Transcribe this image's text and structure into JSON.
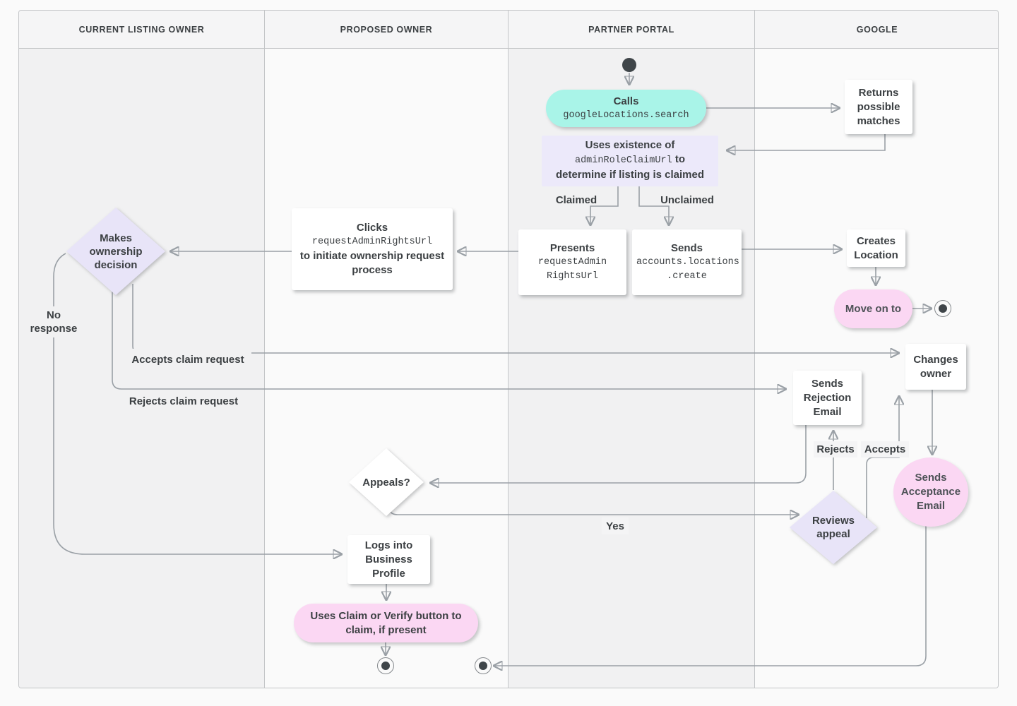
{
  "lanes": [
    {
      "label": "CURRENT LISTING OWNER"
    },
    {
      "label": "PROPOSED OWNER"
    },
    {
      "label": "PARTNER PORTAL"
    },
    {
      "label": "GOOGLE"
    }
  ],
  "nodes": {
    "calls": {
      "title": "Calls",
      "code": "googleLocations.search"
    },
    "returns": {
      "text": "Returns possible matches"
    },
    "uses": {
      "pre": "Uses existence of ",
      "code": "adminRoleClaimUrl",
      "post": " to determine if listing is claimed"
    },
    "presents": {
      "title": "Presents",
      "code1": "requestAdmin",
      "code2": "RightsUrl"
    },
    "sends_create": {
      "title": "Sends",
      "code1": "accounts.locations",
      "code2": ".create"
    },
    "creates": {
      "text": "Creates Location"
    },
    "move_on": {
      "text": "Move on to"
    },
    "clicks": {
      "title": "Clicks",
      "code": "requestAdminRightsUrl",
      "rest": "to initiate ownership request process"
    },
    "decision": {
      "text": "Makes ownership decision"
    },
    "changes": {
      "text": "Changes owner"
    },
    "rejection_email": {
      "text": "Sends Rejection Email"
    },
    "appeals": {
      "text": "Appeals?"
    },
    "reviews": {
      "text": "Reviews appeal"
    },
    "acceptance_email": {
      "text": "Sends Acceptance Email"
    },
    "logs_in": {
      "text": "Logs into Business Profile"
    },
    "claim_verify": {
      "text": "Uses Claim or Verify button to claim, if present"
    }
  },
  "edge_labels": {
    "claimed": "Claimed",
    "unclaimed": "Unclaimed",
    "no_response": "No response",
    "accepts_claim": "Accepts claim request",
    "rejects_claim": "Rejects claim request",
    "rejects": "Rejects",
    "accepts": "Accepts",
    "yes": "Yes"
  },
  "colors": {
    "teal": "#a9f4e8",
    "lavender": "#e8e4f8",
    "pink": "#fbd7f3",
    "purple_note": "#ece9fa",
    "line": "#9aa0a6",
    "text": "#3c4043",
    "lane_dark": "#f1f1f2",
    "lane_light": "#fafafa",
    "header_bg": "#f5f5f6"
  }
}
